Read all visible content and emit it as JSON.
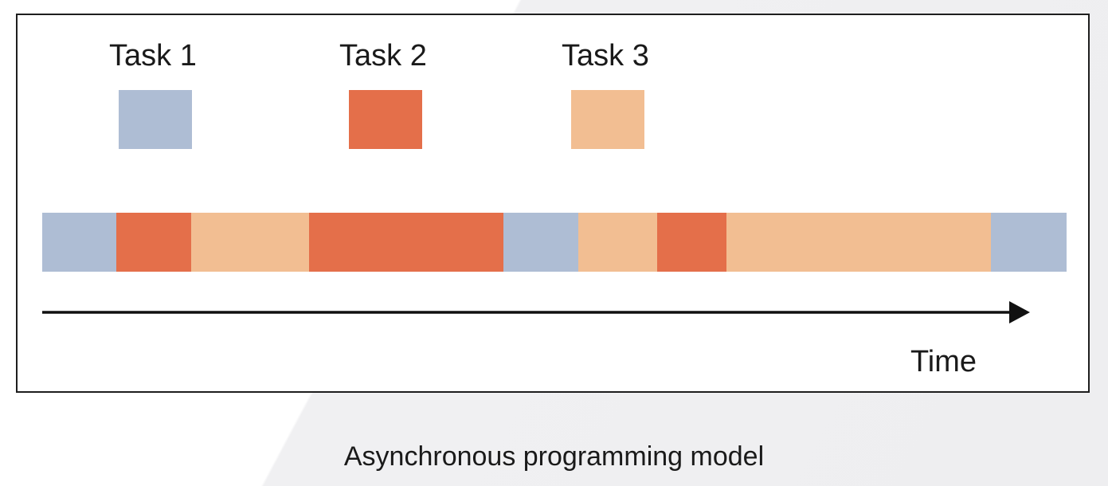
{
  "tasks": [
    {
      "label": "Task 1",
      "color": "#aebdd4"
    },
    {
      "label": "Task 2",
      "color": "#e46f4a"
    },
    {
      "label": "Task 3",
      "color": "#f2be92"
    }
  ],
  "timeline": [
    {
      "task": 0,
      "start": 0,
      "end": 93
    },
    {
      "task": 1,
      "start": 93,
      "end": 187
    },
    {
      "task": 2,
      "start": 187,
      "end": 335
    },
    {
      "task": 1,
      "start": 335,
      "end": 579
    },
    {
      "task": 0,
      "start": 579,
      "end": 673
    },
    {
      "task": 2,
      "start": 673,
      "end": 772
    },
    {
      "task": 1,
      "start": 772,
      "end": 859
    },
    {
      "task": 2,
      "start": 859,
      "end": 1191
    },
    {
      "task": 0,
      "start": 1191,
      "end": 1286
    }
  ],
  "axis": {
    "label": "Time"
  },
  "caption": "Asynchronous programming model"
}
